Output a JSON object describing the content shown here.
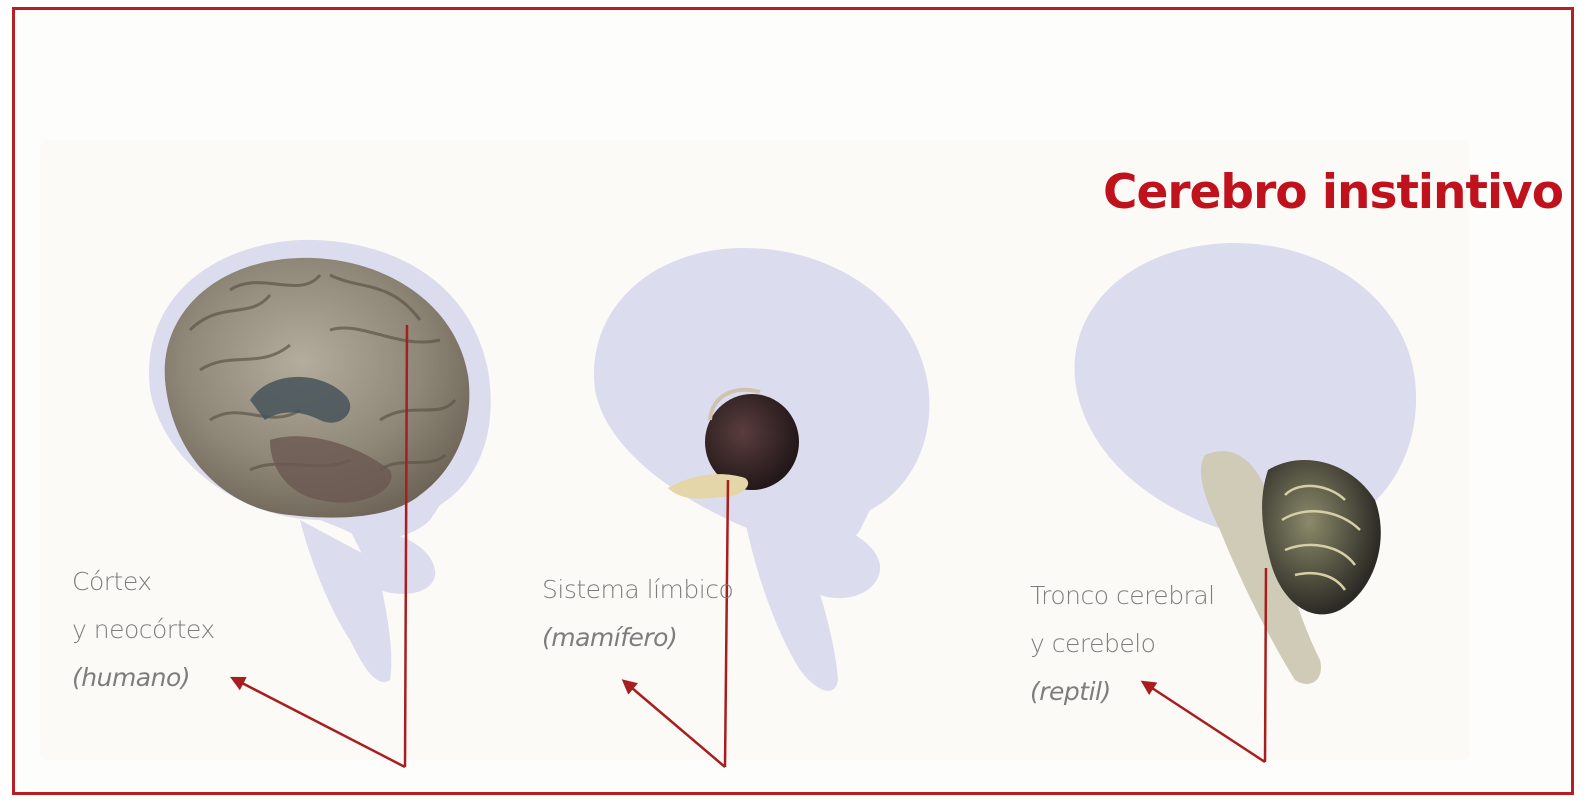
{
  "heading": "Cerebro instintivo",
  "colors": {
    "frame": "#b81f24",
    "heading": "#c0121c",
    "arrow": "#a81e1e",
    "label": "#7d7d7d",
    "brain_silhouette": "#dcdcef"
  },
  "brains": [
    {
      "line1": "Córtex",
      "line2": "y neocórtex",
      "line3": "(humano)"
    },
    {
      "line1": "Sistema límbico",
      "line2": "(mamífero)"
    },
    {
      "line1": "Tronco cerebral",
      "line2": "y cerebelo",
      "line3": "(reptil)"
    }
  ]
}
